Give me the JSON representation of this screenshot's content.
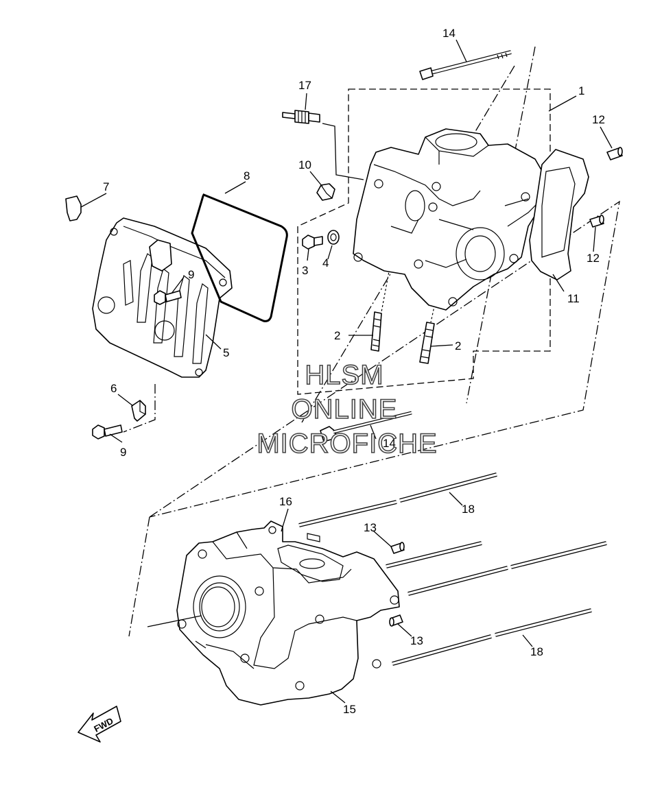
{
  "diagram": {
    "callouts": [
      {
        "id": "c1",
        "text": "1"
      },
      {
        "id": "c2a",
        "text": "2"
      },
      {
        "id": "c2b",
        "text": "2"
      },
      {
        "id": "c3",
        "text": "3"
      },
      {
        "id": "c4",
        "text": "4"
      },
      {
        "id": "c5",
        "text": "5"
      },
      {
        "id": "c6",
        "text": "6"
      },
      {
        "id": "c7",
        "text": "7"
      },
      {
        "id": "c8",
        "text": "8"
      },
      {
        "id": "c9a",
        "text": "9"
      },
      {
        "id": "c9b",
        "text": "9"
      },
      {
        "id": "c10",
        "text": "10"
      },
      {
        "id": "c11",
        "text": "11"
      },
      {
        "id": "c12a",
        "text": "12"
      },
      {
        "id": "c12b",
        "text": "12"
      },
      {
        "id": "c13a",
        "text": "13"
      },
      {
        "id": "c13b",
        "text": "13"
      },
      {
        "id": "c14a",
        "text": "14"
      },
      {
        "id": "c14b",
        "text": "14"
      },
      {
        "id": "c15",
        "text": "15"
      },
      {
        "id": "c16",
        "text": "16"
      },
      {
        "id": "c17",
        "text": "17"
      },
      {
        "id": "c18a",
        "text": "18"
      },
      {
        "id": "c18b",
        "text": "18"
      }
    ],
    "watermark": [
      "HLSM",
      "ONLINE",
      "MICROFICHE"
    ],
    "fwd_label": "FWD"
  }
}
